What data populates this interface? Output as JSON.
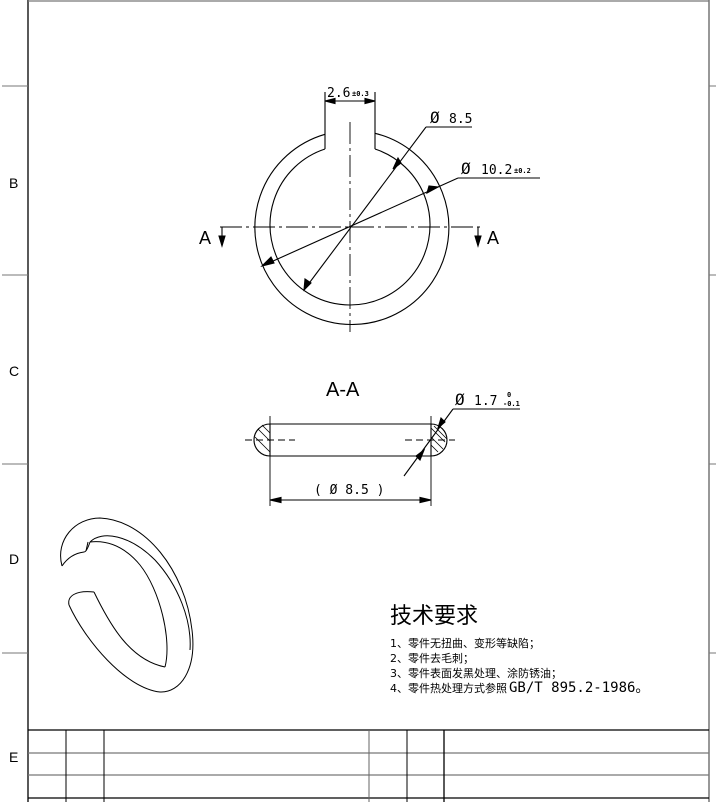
{
  "drawing": {
    "zone_labels": {
      "B": "B",
      "C": "C",
      "D": "D",
      "E": "E"
    },
    "front_view": {
      "slot_width": "2.6",
      "slot_tol": "±0.3",
      "inner_dia_symbol": "Ø",
      "inner_dia": "8.5",
      "outer_dia_symbol": "Ø",
      "outer_dia": "10.2",
      "outer_tol": "±0.2",
      "section_left": "A",
      "section_right": "A"
    },
    "section_view": {
      "title": "A-A",
      "wire_dia_symbol": "Ø",
      "wire_dia": "1.7",
      "wire_tol_upper": "0",
      "wire_tol_lower": "-0.1",
      "ref_dia": "( Ø 8.5 )"
    },
    "technical_requirements": {
      "title": "技术要求",
      "items": [
        "1、零件无扭曲、变形等缺陷；",
        "2、零件去毛刺；",
        "3、零件表面发黑处理、涂防锈油；",
        "4、零件热处理方式参照"
      ],
      "item4_standard": "GB/T 895.2-1986。"
    },
    "colors": {
      "line": "#000000",
      "frame_gray": "#777777",
      "background": "#ffffff"
    }
  }
}
